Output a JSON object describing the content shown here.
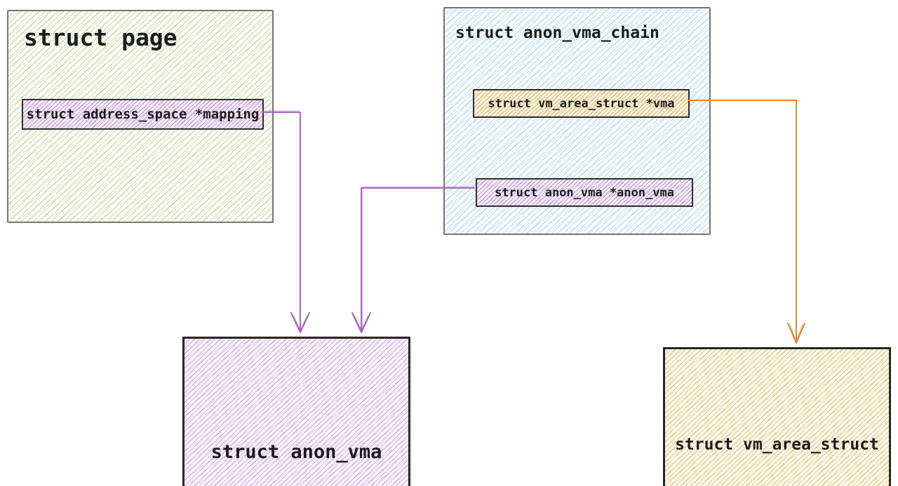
{
  "palette": {
    "background": "#ffffff",
    "page_box_hatch_green": "#96b45a",
    "chain_box_hatch_cyan": "#6eb9c6",
    "anon_vma_hatch_purple": "#a864c3",
    "vm_area_hatch_yellow": "#caa23a",
    "outer_border_gray": "#757575",
    "inner_border_dark": "#2d2d2d",
    "text_color": "#1c1c1c",
    "purple_arrow": "#a764ba",
    "orange_arrow": "#df8a35"
  },
  "boxes": {
    "page": {
      "title": "struct page",
      "fields": [
        {
          "label": "struct address_space *mapping"
        }
      ]
    },
    "anon_vma_chain": {
      "title": "struct anon_vma_chain",
      "fields": [
        {
          "label": "struct vm_area_struct *vma"
        },
        {
          "label": "struct anon_vma *anon_vma"
        }
      ]
    },
    "anon_vma": {
      "title": "struct anon_vma"
    },
    "vm_area_struct": {
      "title": "struct vm_area_struct"
    }
  },
  "arrows": [
    {
      "name": "mapping-to-anon-vma",
      "from": "struct address_space *mapping",
      "to": "struct anon_vma",
      "color": "#a764ba"
    },
    {
      "name": "anon-vma-field-to-anon-vma",
      "from": "struct anon_vma *anon_vma",
      "to": "struct anon_vma",
      "color": "#a764ba"
    },
    {
      "name": "vma-field-to-vm-area-struct",
      "from": "struct vm_area_struct *vma",
      "to": "struct vm_area_struct",
      "color": "#df8a35"
    }
  ]
}
